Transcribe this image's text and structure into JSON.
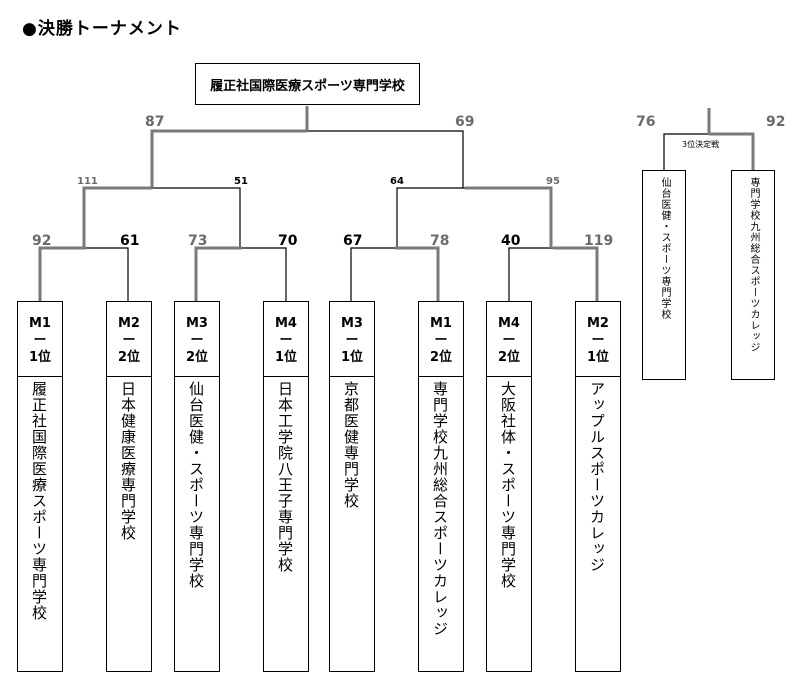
{
  "title": "●決勝トーナメント",
  "champion": "履正社国際医療スポーツ専門学校",
  "final_scores": {
    "left": "87",
    "right": "69"
  },
  "semi_scores": {
    "a": "111",
    "b": "51",
    "c": "64",
    "d": "95"
  },
  "qf_scores": [
    "92",
    "61",
    "73",
    "70",
    "67",
    "78",
    "40",
    "119"
  ],
  "teams": [
    {
      "seed1": "M1",
      "seed2": "ー",
      "rank": "1位",
      "name": "履正社国際医療スポーツ専門学校"
    },
    {
      "seed1": "M2",
      "seed2": "ー",
      "rank": "2位",
      "name": "日本健康医療専門学校"
    },
    {
      "seed1": "M3",
      "seed2": "ー",
      "rank": "2位",
      "name": "仙台医健・スポーツ専門学校"
    },
    {
      "seed1": "M4",
      "seed2": "ー",
      "rank": "1位",
      "name": "日本工学院八王子専門学校"
    },
    {
      "seed1": "M3",
      "seed2": "ー",
      "rank": "1位",
      "name": "京都医健専門学校"
    },
    {
      "seed1": "M1",
      "seed2": "ー",
      "rank": "2位",
      "name": "専門学校九州総合スポーツカレッジ"
    },
    {
      "seed1": "M4",
      "seed2": "ー",
      "rank": "2位",
      "name": "大阪社体・スポーツ専門学校"
    },
    {
      "seed1": "M2",
      "seed2": "ー",
      "rank": "1位",
      "name": "アップルスポーツカレッジ"
    }
  ],
  "third_place": {
    "label": "3位決定戦",
    "left_score": "76",
    "right_score": "92",
    "left_team": "仙台医健・スポーツ専門学校",
    "right_team": "専門学校九州総合スポーツカレッジ"
  }
}
